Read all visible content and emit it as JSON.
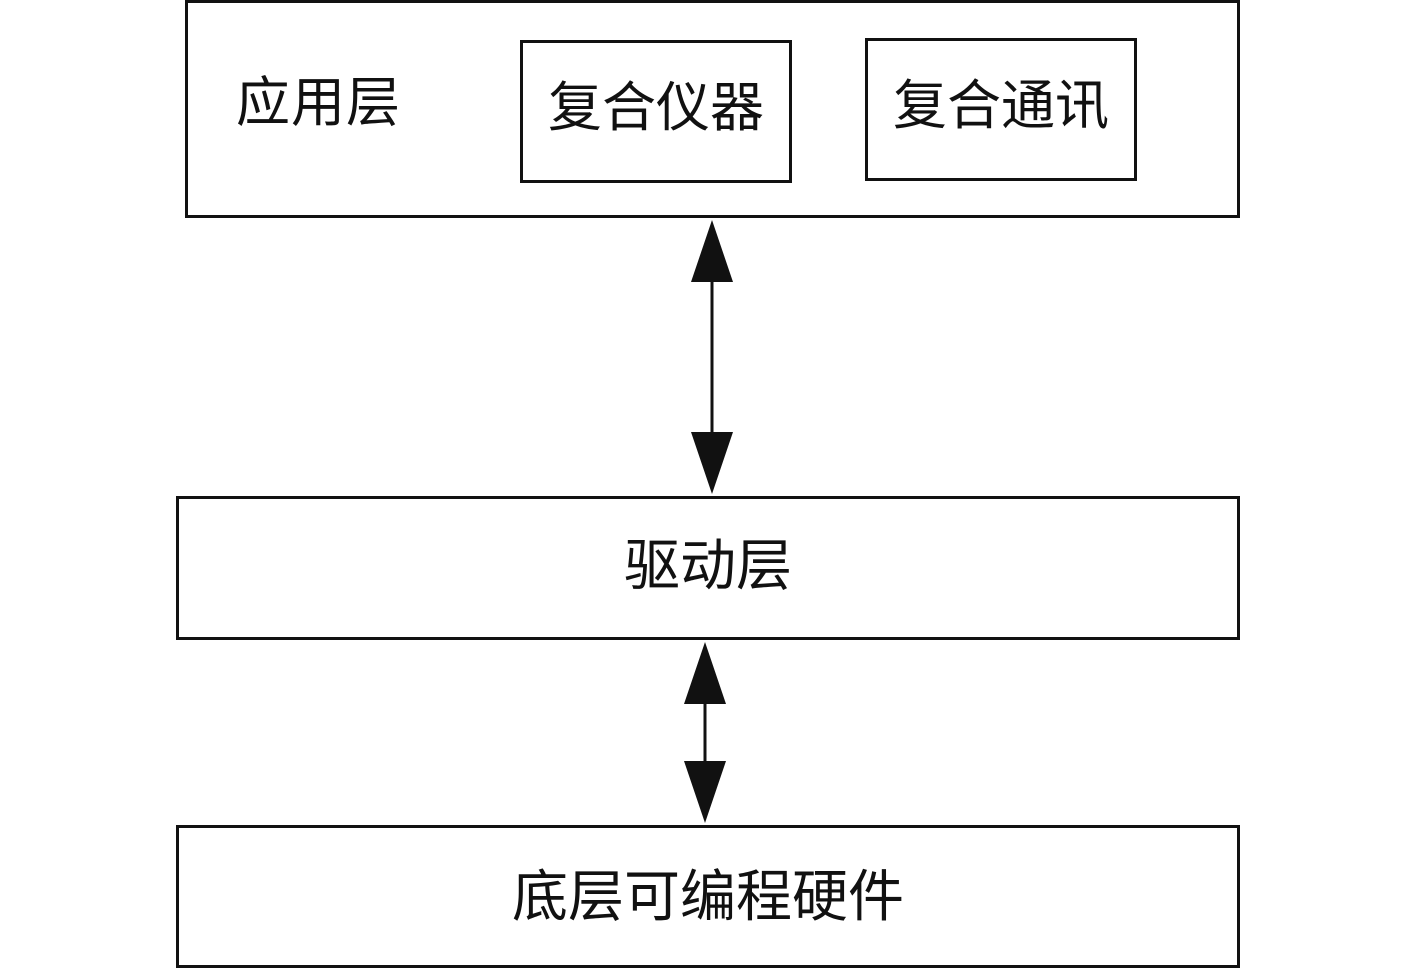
{
  "layers": {
    "application": {
      "label": "应用层",
      "modules": [
        {
          "label": "复合仪器"
        },
        {
          "label": "复合通讯"
        }
      ]
    },
    "driver": {
      "label": "驱动层"
    },
    "hardware": {
      "label": "底层可编程硬件"
    }
  },
  "connections": [
    {
      "from": "application",
      "to": "driver",
      "direction": "bidirectional"
    },
    {
      "from": "driver",
      "to": "hardware",
      "direction": "bidirectional"
    }
  ],
  "colors": {
    "stroke": "#111111",
    "background": "#ffffff"
  }
}
